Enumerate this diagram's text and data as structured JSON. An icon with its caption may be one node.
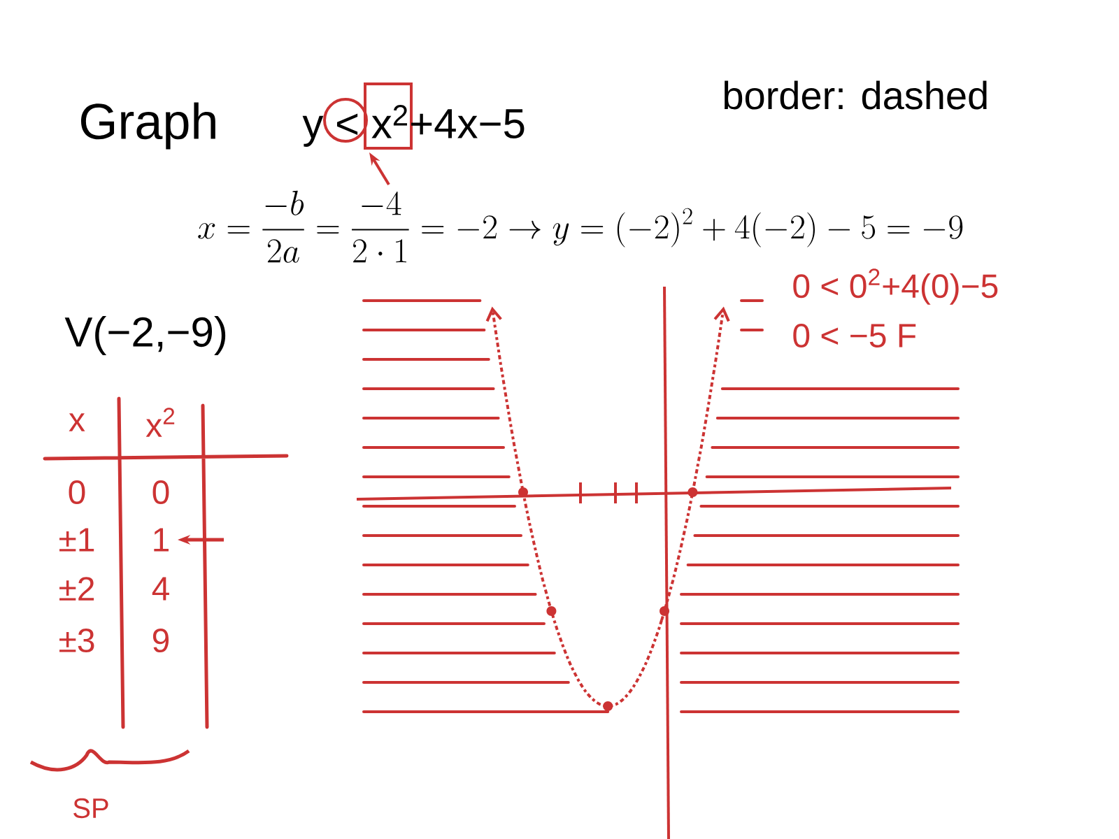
{
  "diagram": {
    "labels": [
      "Graph",
      "y < x$^{2}$+4x−5",
      "border: dashed",
      "x=\\frac{-b}{2a}=\\frac{-4}{2\\cdot 1}=-2\\rightarrow y=(-2)^{2}+4(-2)-5=-9",
      "V(−2,−9)",
      "0 < 0$^{2}$+4(0)−5",
      "0 < −5 F",
      "x",
      "x$^{2}$",
      "0",
      "0",
      "±1",
      "1",
      "±2",
      "4",
      "±3",
      "9",
      "SP"
    ]
  }
}
